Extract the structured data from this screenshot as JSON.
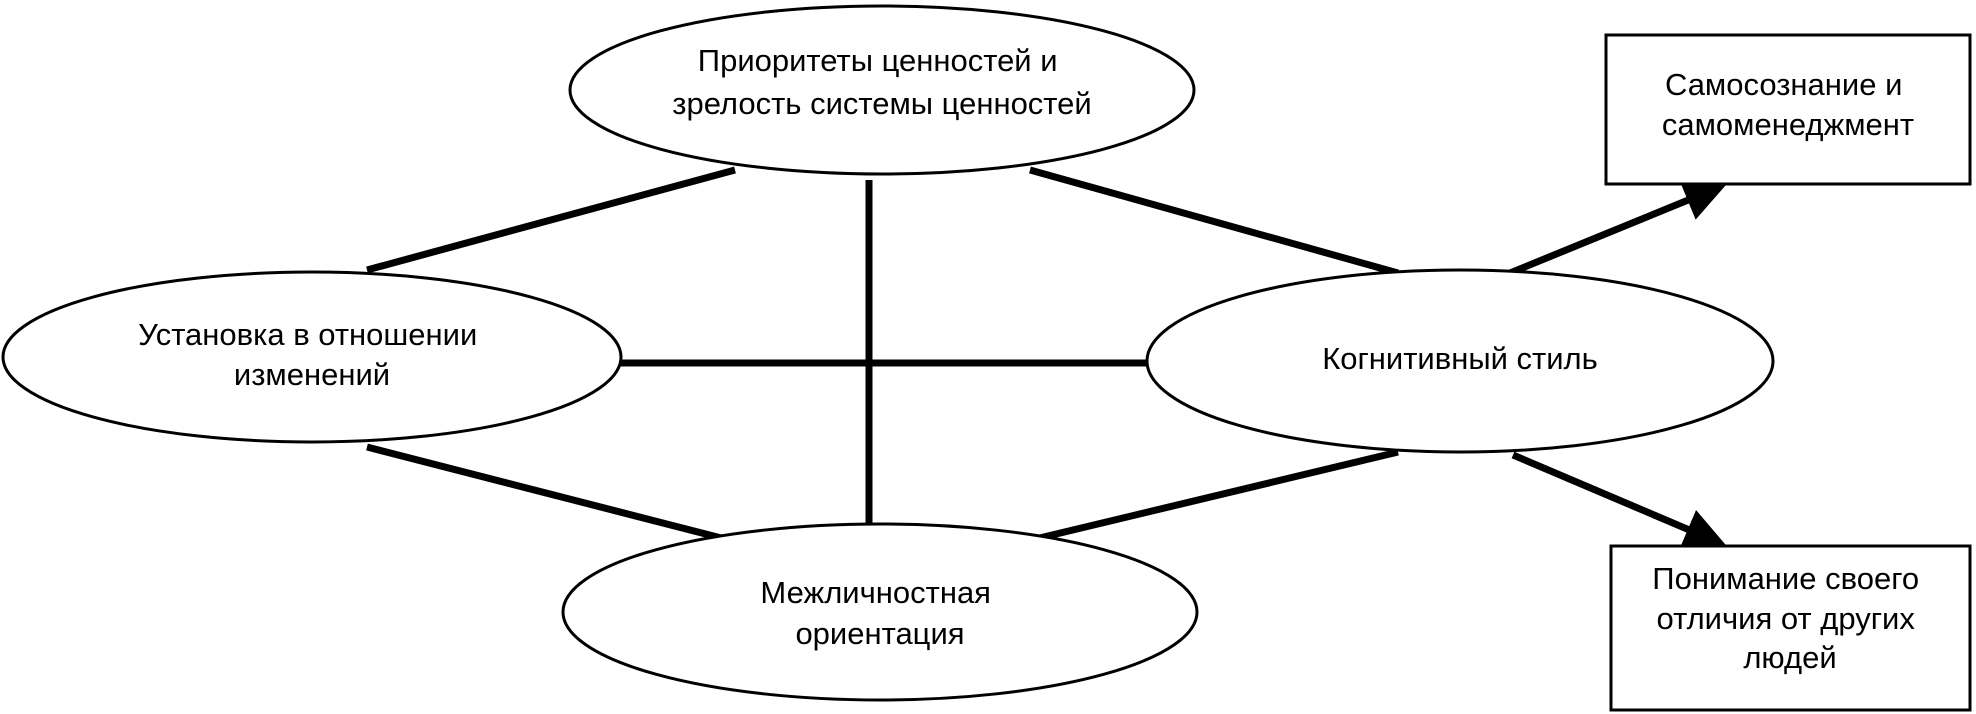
{
  "nodes": {
    "values": {
      "lines": [
        "Приоритеты ценностей и",
        "зрелость системы ценностей"
      ]
    },
    "change": {
      "lines": [
        "Установка в отношении",
        "изменений"
      ]
    },
    "cognitive": {
      "lines": [
        "Когнитивный стиль"
      ]
    },
    "interpersonal": {
      "lines": [
        "Межличностная",
        "ориентация"
      ]
    },
    "selfawareness": {
      "lines": [
        "Самосознание и",
        "самоменеджмент"
      ]
    },
    "difference": {
      "lines": [
        "Понимание своего",
        "отличия от других",
        "людей"
      ]
    }
  },
  "colors": {
    "stroke": "#000000",
    "background": "#ffffff"
  }
}
